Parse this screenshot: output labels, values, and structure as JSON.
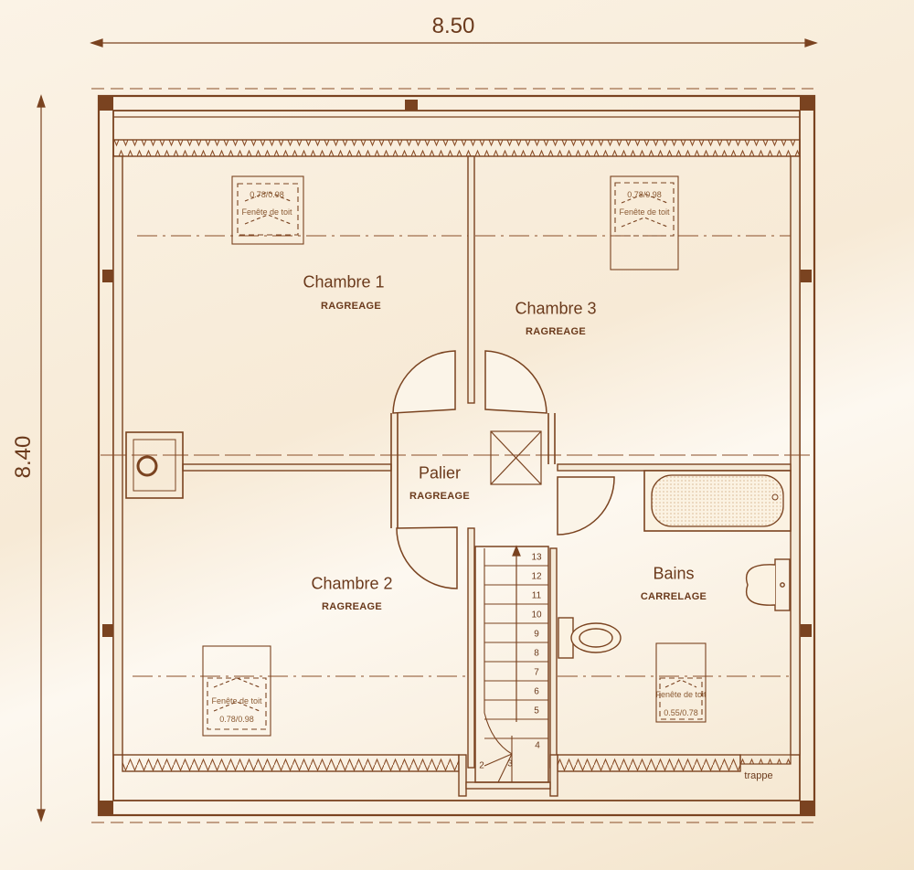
{
  "dimensions": {
    "width": "8.50",
    "height": "8.40"
  },
  "rooms": [
    {
      "id": "chambre-1",
      "name": "Chambre 1",
      "finish": "RAGREAGE"
    },
    {
      "id": "chambre-3",
      "name": "Chambre 3",
      "finish": "RAGREAGE"
    },
    {
      "id": "palier",
      "name": "Palier",
      "finish": "RAGREAGE"
    },
    {
      "id": "chambre-2",
      "name": "Chambre 2",
      "finish": "RAGREAGE"
    },
    {
      "id": "bains",
      "name": "Bains",
      "finish": "CARRELAGE"
    }
  ],
  "windows": [
    {
      "size": "0.78/0.98",
      "label": "Fenête de toit"
    },
    {
      "size": "0.78/0.98",
      "label": "Fenête de toit"
    },
    {
      "label": "Fenête de toit",
      "size": "0.78/0.98"
    },
    {
      "label": "Fenête de toit",
      "size": "0.55/0.78"
    }
  ],
  "stairs": {
    "steps": [
      "2",
      "3",
      "4",
      "5",
      "6",
      "7",
      "8",
      "9",
      "10",
      "11",
      "12",
      "13"
    ]
  },
  "trappe": "trappe",
  "colors": {
    "line": "#7a4320",
    "fill": "#f5ead8",
    "hatch": "#8a4e28",
    "text": "#6b3a1c"
  }
}
